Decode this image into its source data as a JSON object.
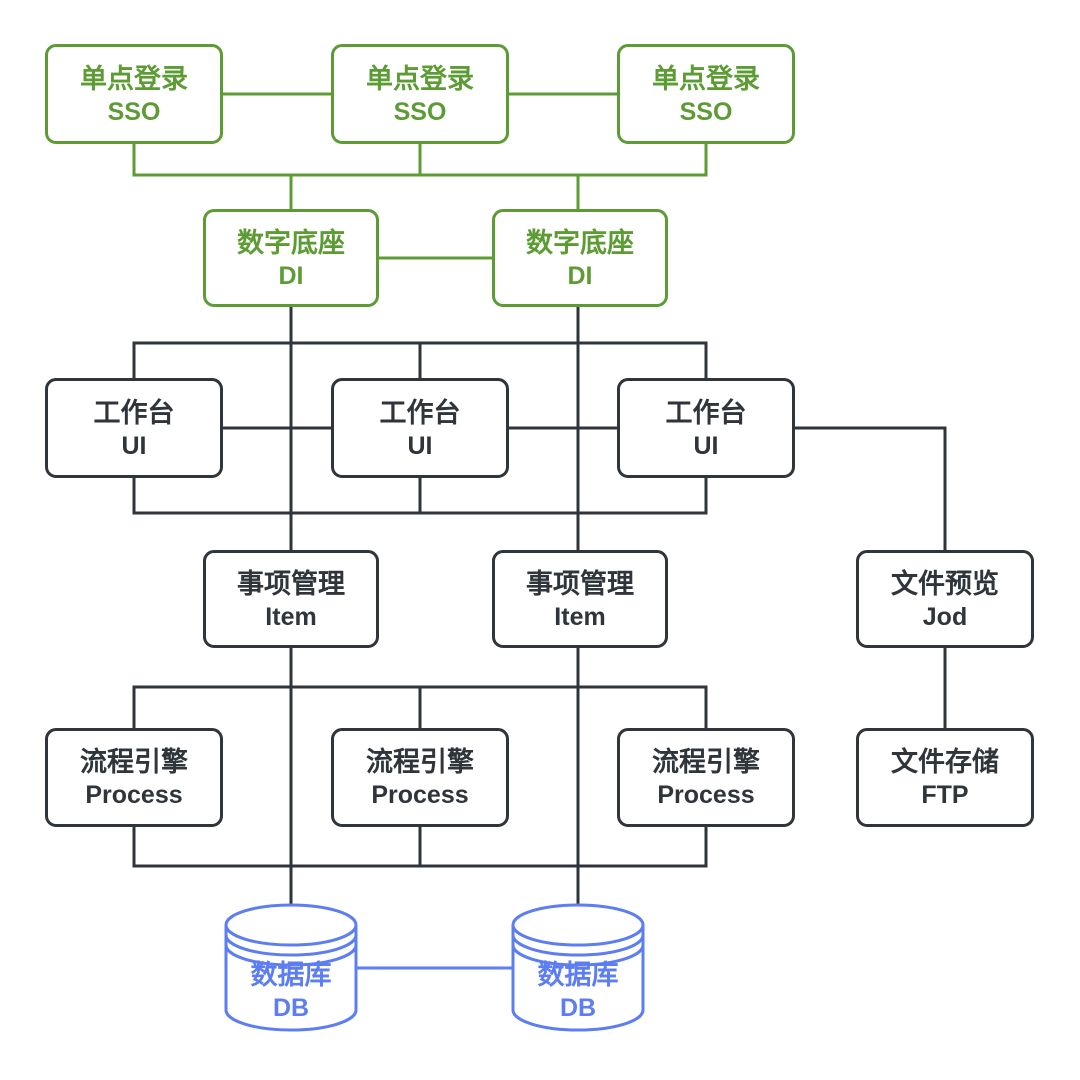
{
  "colors": {
    "green": "#5d9c35",
    "dark": "#2f353b",
    "blue": "#5d7df2",
    "background": "#ffffff"
  },
  "nodes": [
    {
      "id": "sso-1",
      "zh": "单点登录",
      "en": "SSO"
    },
    {
      "id": "sso-2",
      "zh": "单点登录",
      "en": "SSO"
    },
    {
      "id": "sso-3",
      "zh": "单点登录",
      "en": "SSO"
    },
    {
      "id": "di-1",
      "zh": "数字底座",
      "en": "DI"
    },
    {
      "id": "di-2",
      "zh": "数字底座",
      "en": "DI"
    },
    {
      "id": "ui-1",
      "zh": "工作台",
      "en": "UI"
    },
    {
      "id": "ui-2",
      "zh": "工作台",
      "en": "UI"
    },
    {
      "id": "ui-3",
      "zh": "工作台",
      "en": "UI"
    },
    {
      "id": "item-1",
      "zh": "事项管理",
      "en": "Item"
    },
    {
      "id": "item-2",
      "zh": "事项管理",
      "en": "Item"
    },
    {
      "id": "jod",
      "zh": "文件预览",
      "en": "Jod"
    },
    {
      "id": "process-1",
      "zh": "流程引擎",
      "en": "Process"
    },
    {
      "id": "process-2",
      "zh": "流程引擎",
      "en": "Process"
    },
    {
      "id": "process-3",
      "zh": "流程引擎",
      "en": "Process"
    },
    {
      "id": "ftp",
      "zh": "文件存储",
      "en": "FTP"
    },
    {
      "id": "db-1",
      "zh": "数据库",
      "en": "DB"
    },
    {
      "id": "db-2",
      "zh": "数据库",
      "en": "DB"
    }
  ]
}
